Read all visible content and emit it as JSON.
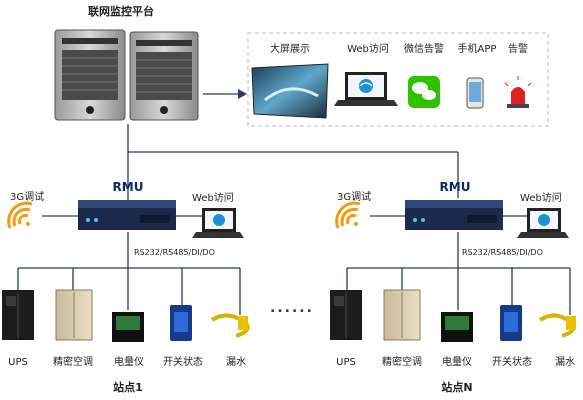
{
  "platform": {
    "title": "联网监控平台"
  },
  "outputs": [
    {
      "label": "大屏展示",
      "icon": "video-wall-screen-icon"
    },
    {
      "label": "Web访问",
      "icon": "laptop-browser-icon"
    },
    {
      "label": "微信告警",
      "icon": "wechat-icon"
    },
    {
      "label": "手机APP",
      "icon": "smartphone-icon"
    },
    {
      "label": "告警",
      "icon": "alarm-light-icon"
    }
  ],
  "sites": [
    {
      "name": "站点1",
      "rmu_label": "RMU",
      "test_label": "3G调试",
      "web_label": "Web访问",
      "bus_label": "RS232/RS485/DI/DO",
      "devices": [
        {
          "label": "UPS",
          "icon": "ups-cabinet-icon"
        },
        {
          "label": "精密空调",
          "icon": "precision-ac-icon"
        },
        {
          "label": "电量仪",
          "icon": "power-meter-icon"
        },
        {
          "label": "开关状态",
          "icon": "switch-sensor-icon"
        },
        {
          "label": "漏水",
          "icon": "water-leak-sensor-icon"
        }
      ]
    },
    {
      "name": "站点N",
      "rmu_label": "RMU",
      "test_label": "3G调试",
      "web_label": "Web访问",
      "bus_label": "RS232/RS485/DI/DO",
      "devices": [
        {
          "label": "UPS",
          "icon": "ups-cabinet-icon"
        },
        {
          "label": "精密空调",
          "icon": "precision-ac-icon"
        },
        {
          "label": "电量仪",
          "icon": "power-meter-icon"
        },
        {
          "label": "开关状态",
          "icon": "switch-sensor-icon"
        },
        {
          "label": "漏水",
          "icon": "water-leak-sensor-icon"
        }
      ]
    }
  ],
  "ellipsis": "......",
  "colors": {
    "line": "#2b3a67",
    "accent_blue": "#1e90d6",
    "wifi_orange": "#f39c12",
    "panel_border": "#bdbdbd"
  }
}
